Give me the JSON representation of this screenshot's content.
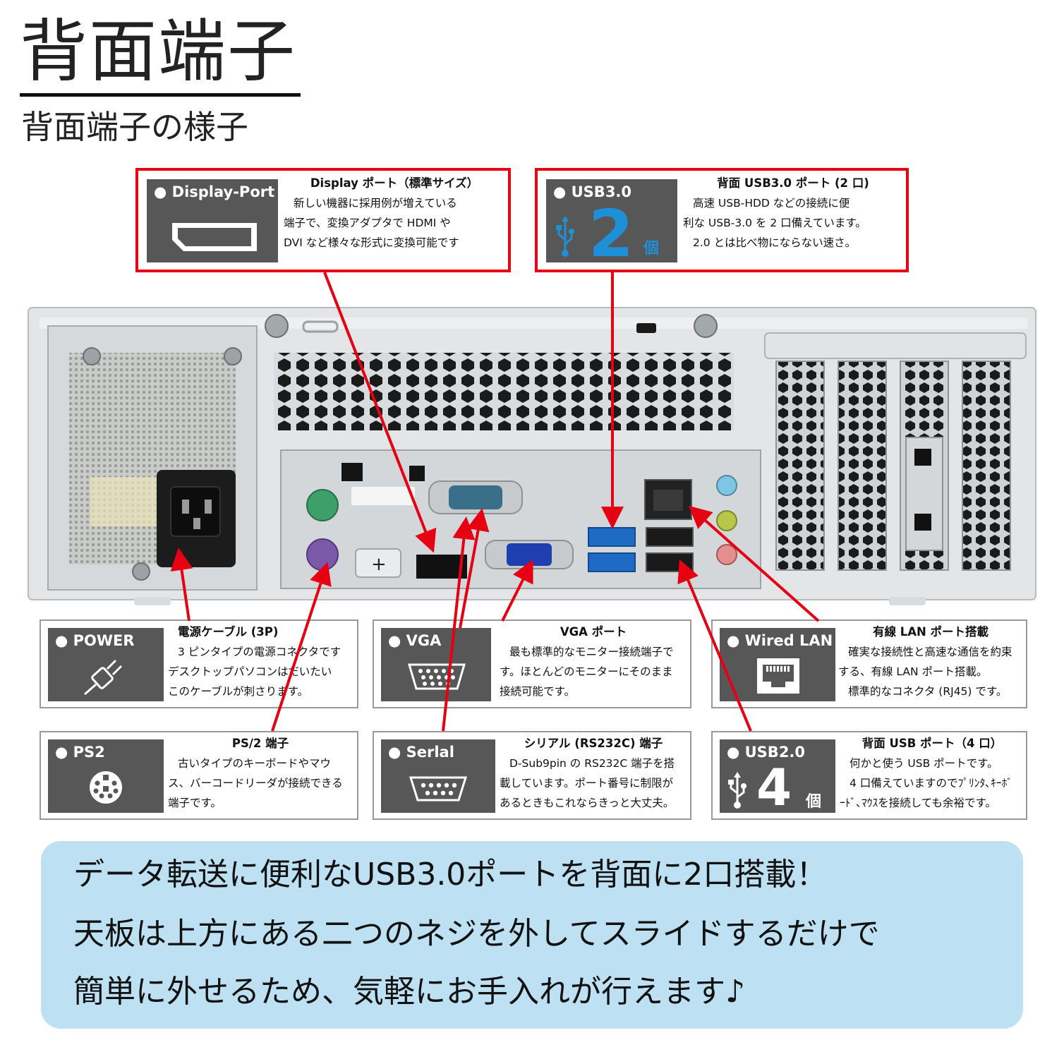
{
  "header": {
    "title": "背面端子",
    "subtitle": "背面端子の様子"
  },
  "callouts": {
    "displayport": {
      "badge": "● Display-Port",
      "heading": "Display ポート（標準サイズ）",
      "lines": [
        "新しい機器に採用例が増えている",
        "端子で、変換アダプタで HDMI や",
        "DVI など様々な形式に変換可能です"
      ],
      "icon": "displayport-icon"
    },
    "usb30": {
      "badge": "● USB3.0",
      "count": "2",
      "count_unit": "個",
      "heading": "背面 USB3.0 ポート (2 口)",
      "lines": [
        "高速 USB-HDD などの接続に便",
        "利な USB-3.0 を 2 口備えています。",
        "2.0 とは比べ物にならない速さ。"
      ],
      "icon": "usb-icon"
    },
    "power": {
      "badge": "● POWER",
      "heading": "電源ケーブル (3P)",
      "lines": [
        "3 ピンタイプの電源コネクタです",
        "デスクトップパソコンはだいたい",
        "このケーブルが刺さります。"
      ],
      "icon": "power-plug-icon"
    },
    "vga": {
      "badge": "● VGA",
      "heading": "VGA ポート",
      "lines": [
        "最も標準的なモニター接続端子で",
        "す。ほとんどのモニターにそのまま",
        "接続可能です。"
      ],
      "icon": "vga-connector-icon"
    },
    "lan": {
      "badge": "● Wired LAN",
      "heading": "有線 LAN ポート搭載",
      "lines": [
        "確実な接続性と高速な通信を約束",
        "する、有線 LAN ポート搭載。",
        "標準的なコネクタ (RJ45) です。"
      ],
      "icon": "ethernet-port-icon"
    },
    "ps2": {
      "badge": "● PS2",
      "heading": "PS/2 端子",
      "lines": [
        "古いタイプのキーボードやマウ",
        "ス、バーコードリーダが接続できる",
        "端子です。"
      ],
      "icon": "ps2-connector-icon"
    },
    "serial": {
      "badge": "● Serlal",
      "heading": "シリアル (RS232C) 端子",
      "lines": [
        "D-Sub9pin の RS232C 端子を搭",
        "載しています。ポート番号に制限が",
        "あるときもこれならきっと大丈夫。"
      ],
      "icon": "serial-connector-icon"
    },
    "usb20": {
      "badge": "● USB2.0",
      "count": "4",
      "count_unit": "個",
      "heading": "背面 USB ポート（4 口）",
      "lines": [
        "何かと使う USB ポートです。",
        "4 口備えていますのでﾌﾟﾘﾝﾀ､ｷｰﾎﾞ",
        "ｰﾄﾞ､ﾏｳｽを接続しても余裕です。"
      ],
      "icon": "usb-icon"
    }
  },
  "bottom_panel": {
    "lines": [
      "データ転送に便利なUSB3.0ポートを背面に2口搭載！",
      "天板は上方にある二つのネジを外してスライドするだけで",
      "簡単に外せるため、気軽にお手入れが行えます♪"
    ]
  },
  "colors": {
    "callout_border_red": "#e60012",
    "arrow_red": "#e60012",
    "badge_gray": "#575757",
    "usb30_blue": "#1e90d8",
    "panel_blue": "#bde0f2"
  }
}
